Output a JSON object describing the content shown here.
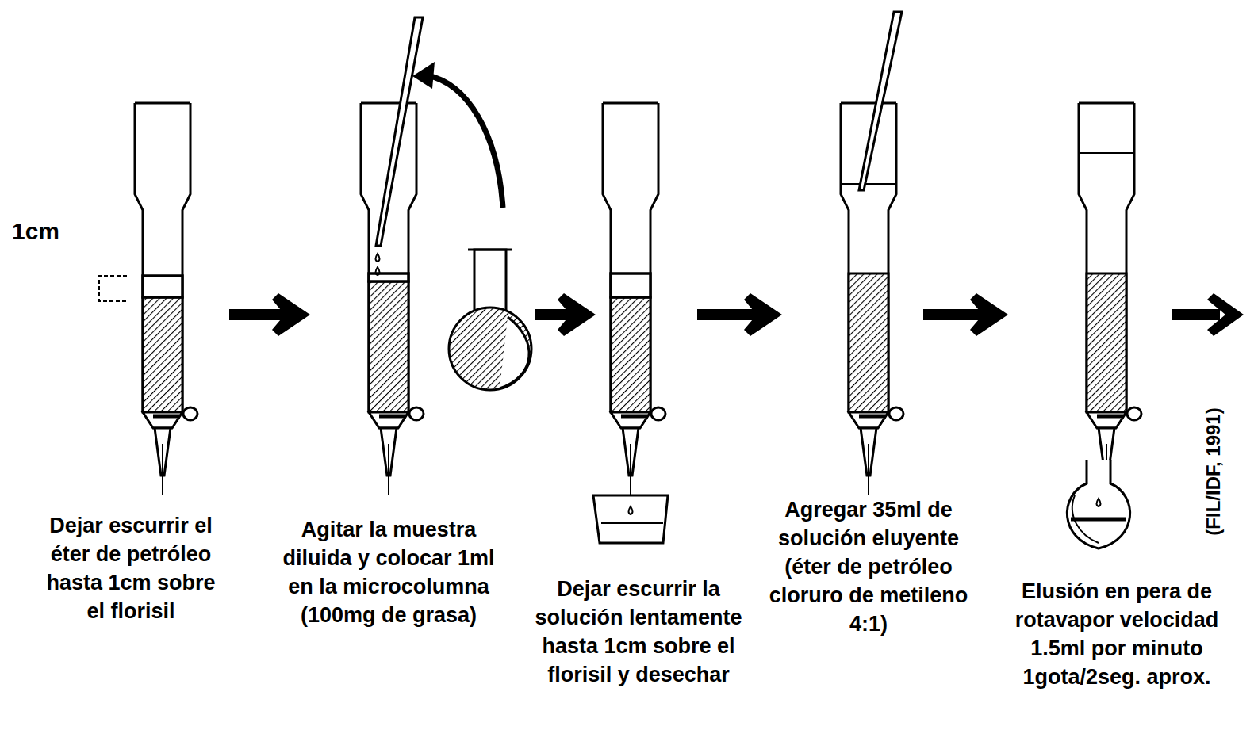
{
  "diagram": {
    "nodes": [
      {
        "text": [
          "Dejar escurrir el éter de petróleo hasta 1cm sobre el florisil"
        ]
      },
      {
        "text": [
          "Agitar la muestra diluida y colocar 1ml en la microcolumna (100mg de grasa)"
        ]
      },
      {
        "text": [
          "Dejar escurrir la solución lentamente hasta 1cm sobre el florisil y desechar"
        ]
      },
      {
        "text": [
          "Agregar 35ml de solución eluyente (éter de petróleo cloruro de metileno 4:1)"
        ]
      },
      {
        "text": [
          "Elusión en pera de rotavapor velocidad 1.5ml por minuto 1gota/2seg. aprox."
        ]
      }
    ],
    "edges": [
      {
        "from": 0,
        "to": 1,
        "arrow": "to"
      },
      {
        "from": 1,
        "to": 2,
        "arrow": "to"
      },
      {
        "from": 2,
        "to": 3,
        "arrow": "to"
      },
      {
        "from": 3,
        "to": 4,
        "arrow": "to"
      }
    ],
    "labels": [
      "1cm",
      "(FIL/IDF, 1991)"
    ]
  }
}
